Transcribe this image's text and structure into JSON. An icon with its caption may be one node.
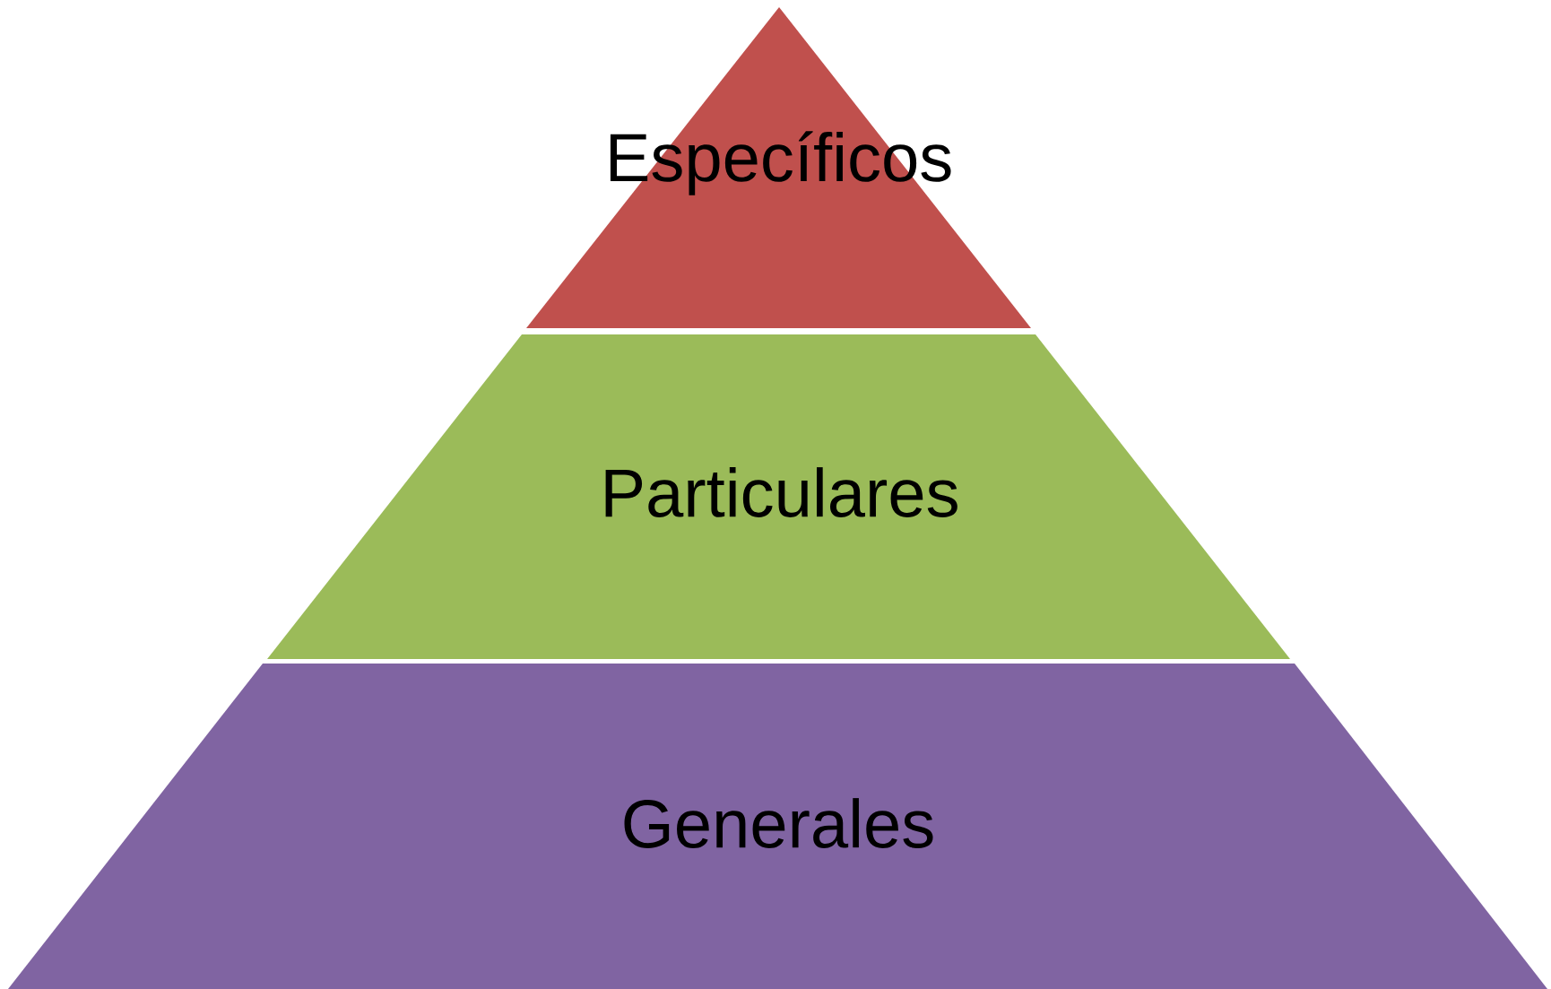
{
  "diagram": {
    "nodes": [
      {
        "text": [
          "Específicos"
        ]
      },
      {
        "text": [
          "Particulares"
        ]
      },
      {
        "text": [
          "Generales"
        ]
      }
    ]
  }
}
